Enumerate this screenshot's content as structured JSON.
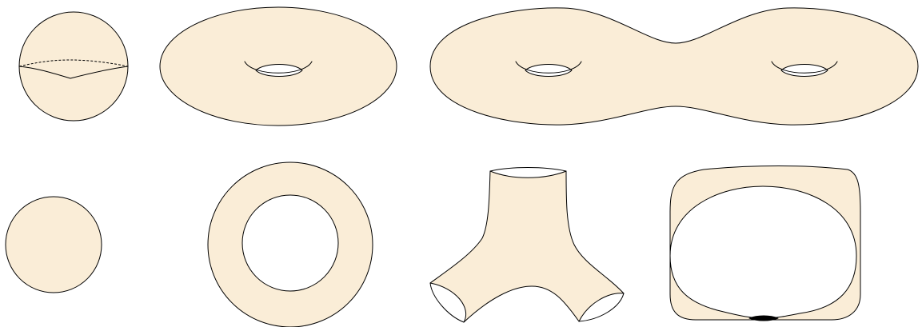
{
  "colors": {
    "surface_fill": "#FAEDD7",
    "hole_fill": "#FFFFFF",
    "outline": "#000000"
  },
  "figures": [
    {
      "name": "sphere"
    },
    {
      "name": "torus"
    },
    {
      "name": "genus-two-surface"
    },
    {
      "name": "disk"
    },
    {
      "name": "annulus"
    },
    {
      "name": "pair-of-pants"
    },
    {
      "name": "mobius-band"
    }
  ]
}
